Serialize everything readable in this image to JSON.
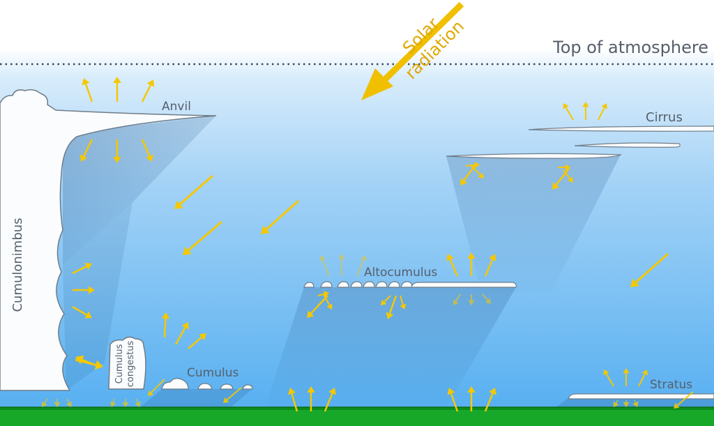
{
  "labels": {
    "top_of_atmosphere": "Top of atmosphere",
    "solar_line1": "Solar",
    "solar_line2": "radiation",
    "anvil": "Anvil",
    "cirrus": "Cirrus",
    "cumulonimbus": "Cumulonimbus",
    "altocumulus": "Altocumulus",
    "cumulus": "Cumulus",
    "cumulus_congestus_line1": "Cumulus",
    "cumulus_congestus_line2": "congestus",
    "stratus": "Stratus"
  },
  "colors": {
    "sky_top": "#ffffff",
    "sky_upper": "#d8ecfb",
    "sky_lower": "#58b0f1",
    "ground": "#17a82a",
    "ground_dark": "#0d8a1d",
    "arrow": "#f5c800",
    "solar_arrow": "#f0c000",
    "solar_text": "#e0a800",
    "cloud_fill": "#fafcfe",
    "cloud_edge": "#6f7c88",
    "label": "#555f6b"
  },
  "icons": {
    "solar": "solar-radiation-arrow-icon",
    "reflected": "reflected-radiation-arrow-icon",
    "incoming": "incoming-radiation-arrow-icon"
  }
}
